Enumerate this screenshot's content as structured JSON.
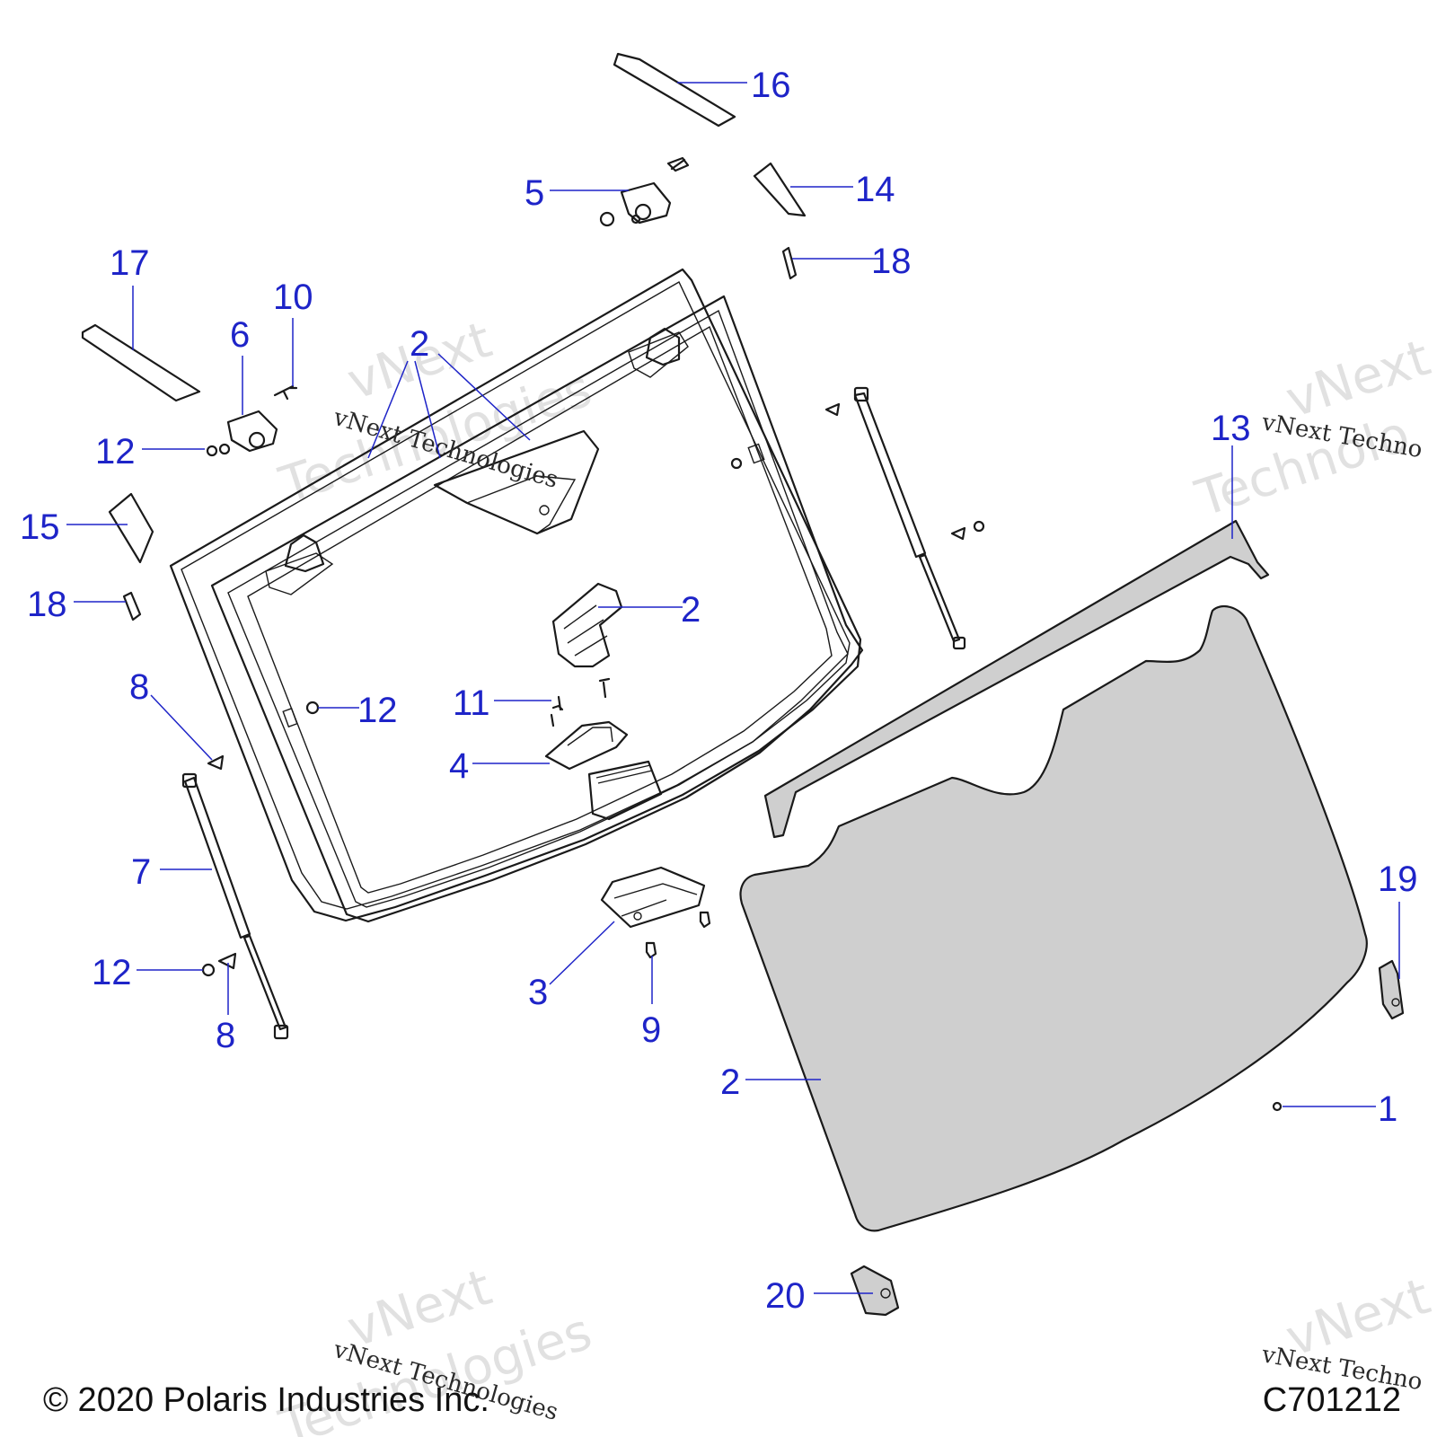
{
  "callouts": [
    {
      "id": "c16",
      "text": "16"
    },
    {
      "id": "c5",
      "text": "5"
    },
    {
      "id": "c14",
      "text": "14"
    },
    {
      "id": "c18a",
      "text": "18"
    },
    {
      "id": "c17",
      "text": "17"
    },
    {
      "id": "c10",
      "text": "10"
    },
    {
      "id": "c6",
      "text": "6"
    },
    {
      "id": "c2a",
      "text": "2"
    },
    {
      "id": "c12a",
      "text": "12"
    },
    {
      "id": "c13",
      "text": "13"
    },
    {
      "id": "c15",
      "text": "15"
    },
    {
      "id": "c18b",
      "text": "18"
    },
    {
      "id": "c2b",
      "text": "2"
    },
    {
      "id": "c8a",
      "text": "8"
    },
    {
      "id": "c11",
      "text": "11"
    },
    {
      "id": "c12b",
      "text": "12"
    },
    {
      "id": "c4",
      "text": "4"
    },
    {
      "id": "c7",
      "text": "7"
    },
    {
      "id": "c19",
      "text": "19"
    },
    {
      "id": "c12c",
      "text": "12"
    },
    {
      "id": "c3",
      "text": "3"
    },
    {
      "id": "c8b",
      "text": "8"
    },
    {
      "id": "c9",
      "text": "9"
    },
    {
      "id": "c2c",
      "text": "2"
    },
    {
      "id": "c1",
      "text": "1"
    },
    {
      "id": "c20",
      "text": "20"
    }
  ],
  "watermark": {
    "brand": "vNext",
    "word": "Technologies",
    "line": "vNext Technologies",
    "line_cut": "vNext Techno",
    "brand_cut": "vNext",
    "word_cut": "Technolo"
  },
  "footer": {
    "copyright": "© 2020 Polaris Industries Inc.",
    "drawing_id": "C701212"
  },
  "colors": {
    "callout": "#1e24c8",
    "line_art": "#1a1a1a",
    "glass_fill": "#cfcfcf"
  }
}
